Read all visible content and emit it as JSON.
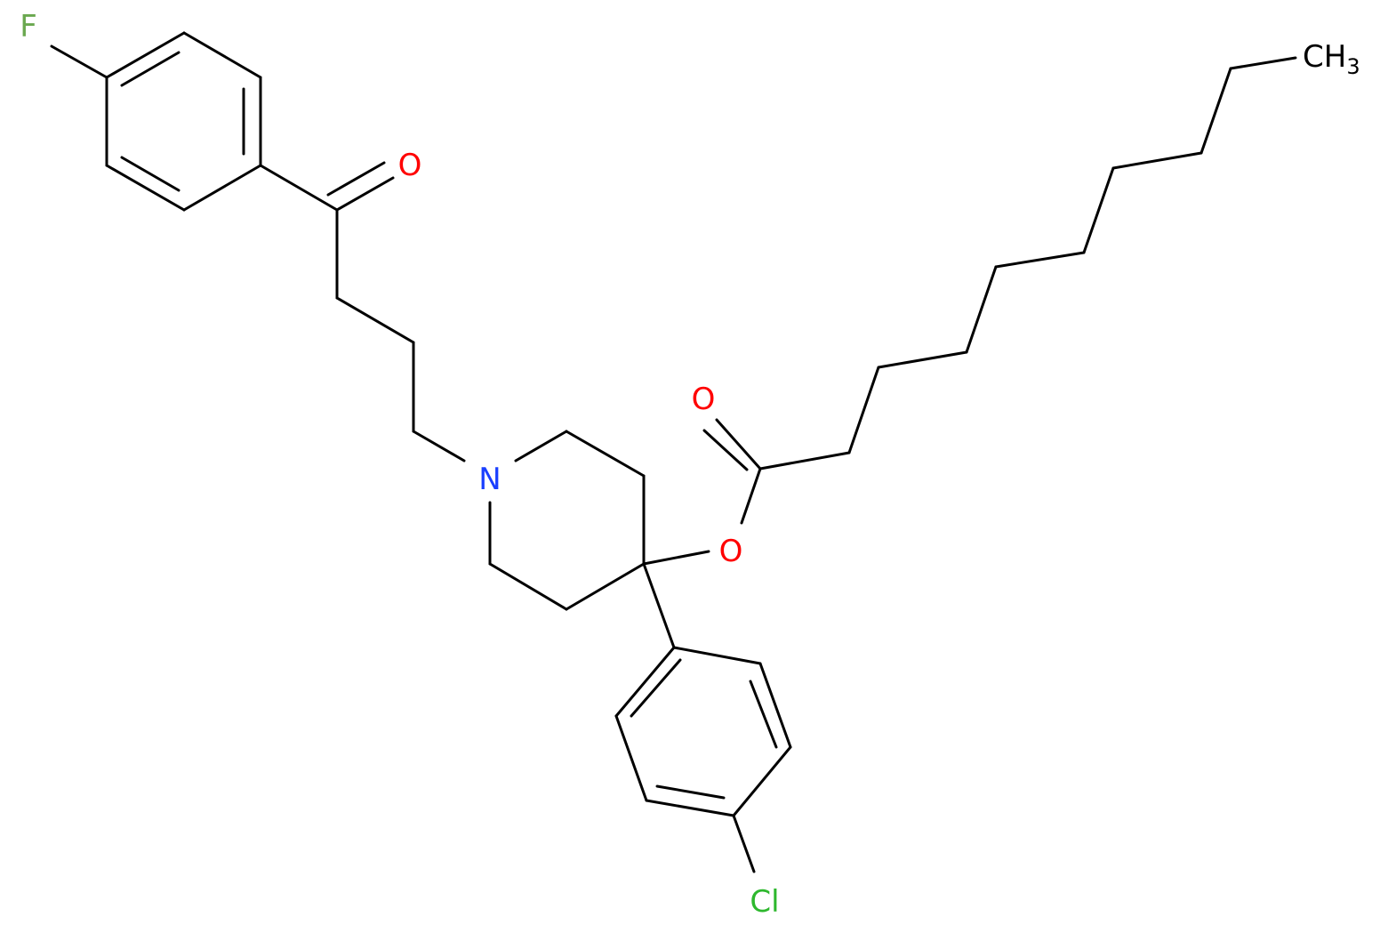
{
  "atoms": {
    "fluorine": "F",
    "ketone_oxygen": "O",
    "nitrogen": "N",
    "ester_carbonyl_oxygen": "O",
    "ester_oxygen": "O",
    "chlorine": "Cl",
    "methyl_main": "CH",
    "methyl_subscript": "3"
  },
  "colors": {
    "bond": "#000000",
    "fluorine": "#6aa84f",
    "chlorine": "#2eb82e",
    "oxygen": "#ff0000",
    "nitrogen": "#1a3fff",
    "carbon_label": "#000000"
  }
}
